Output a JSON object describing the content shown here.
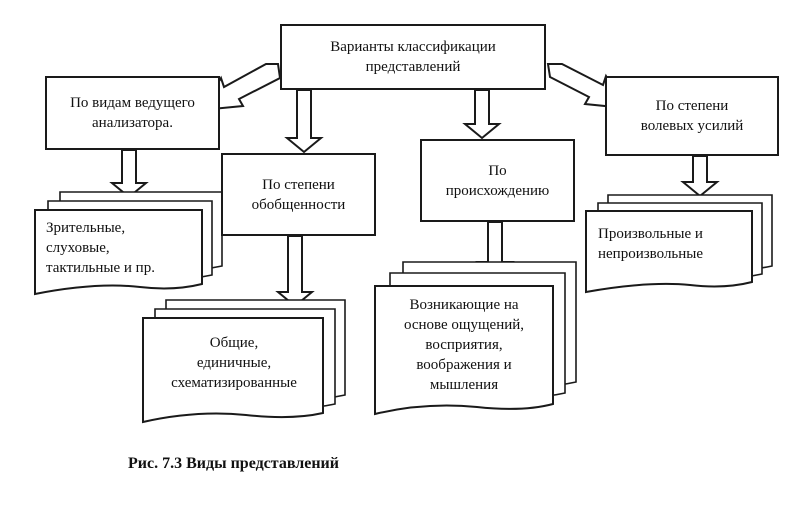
{
  "root": {
    "label": "Варианты классификации\nпредставлений"
  },
  "categories": [
    {
      "id": "analyzer",
      "label": "По видам ведущего\nанализатора."
    },
    {
      "id": "generalization",
      "label": "По степени\nобобщенности"
    },
    {
      "id": "origin",
      "label": "По\nпроисхождению"
    },
    {
      "id": "volition",
      "label": "По степени\nволевых усилий"
    }
  ],
  "results": [
    {
      "id": "analyzer-types",
      "label": "Зрительные,\nслуховые,\nтактильные и пр."
    },
    {
      "id": "generalization-types",
      "label": "Общие,\nединичные,\nсхематизированные"
    },
    {
      "id": "origin-types",
      "label": "Возникающие на\nоснове ощущений,\nвосприятия,\nвоображения и\nмышления"
    },
    {
      "id": "volition-types",
      "label": "Произвольные и\nнепроизвольные"
    }
  ],
  "caption": "Рис. 7.3 Виды представлений"
}
